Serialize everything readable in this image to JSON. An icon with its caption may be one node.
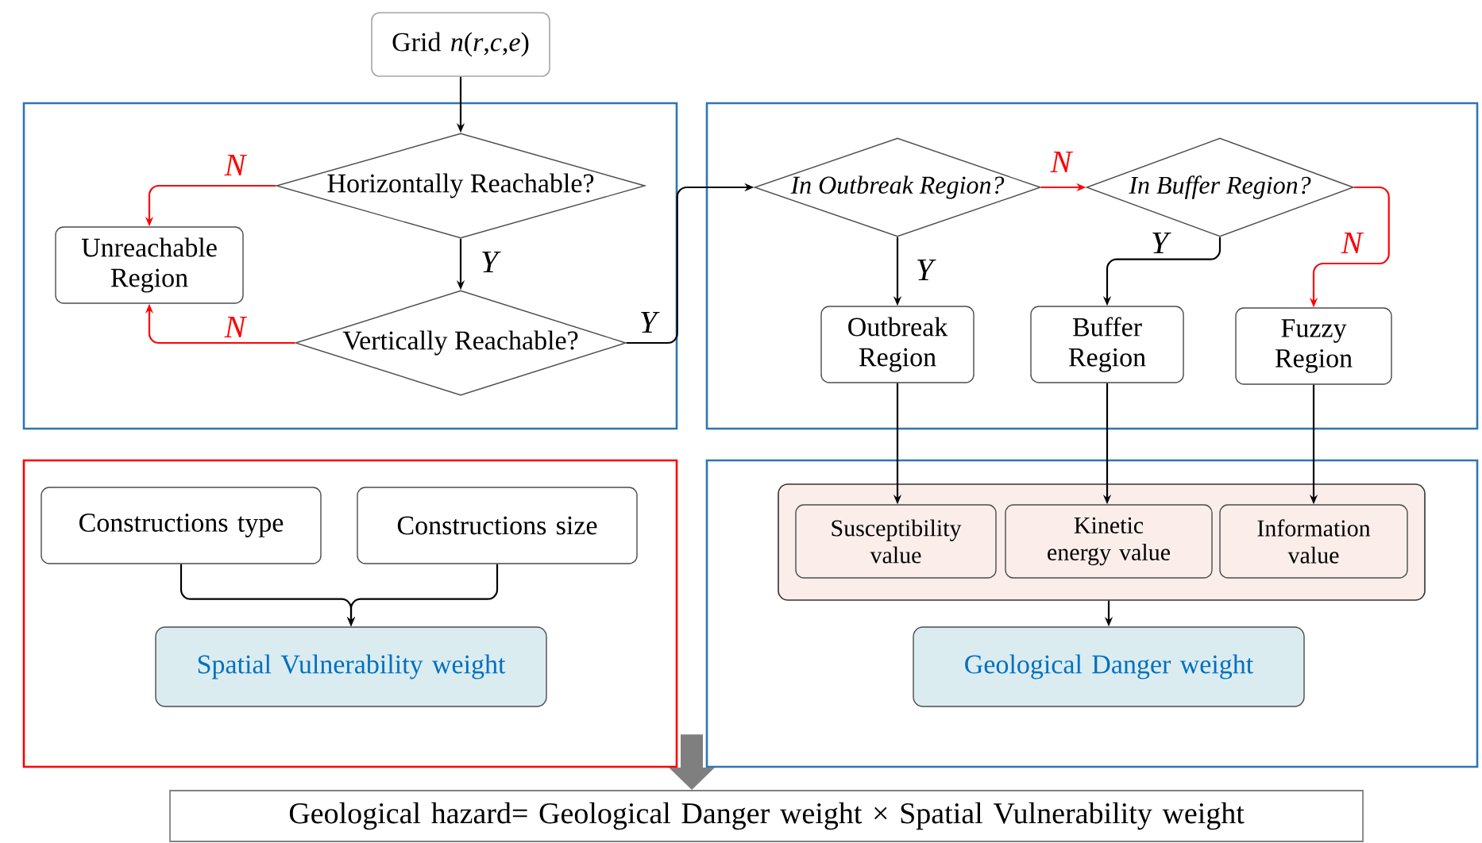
{
  "diagram": {
    "nodes": [
      {
        "text": [
          "Grid *n*(*r*,*c*,*e*)"
        ]
      },
      {
        "text": [],
        "shape": "box"
      },
      {
        "text": [
          "Horizontally Reachable?"
        ],
        "in": 1
      },
      {
        "text": [
          "Unreachable Region"
        ],
        "in": 1
      },
      {
        "text": [
          "Vertically Reachable?"
        ],
        "in": 1
      },
      {
        "text": [],
        "shape": "box"
      },
      {
        "text": [
          "In Outbreak Region?"
        ],
        "in": 5
      },
      {
        "text": [
          "In Buffer Region?"
        ],
        "in": 5
      },
      {
        "text": [
          "Outbreak Region"
        ],
        "in": 5
      },
      {
        "text": [
          "Buffer Region"
        ],
        "in": 5
      },
      {
        "text": [
          "Fuzzy Region"
        ],
        "in": 5
      },
      {
        "text": [],
        "shape": "box"
      },
      {
        "text": [
          "Constructions type"
        ],
        "in": 11
      },
      {
        "text": [
          "Constructions size"
        ],
        "in": 11
      },
      {
        "text": [
          "Spatial Vulnerability weight"
        ],
        "in": 11
      },
      {
        "text": [],
        "shape": "box"
      },
      {
        "text": [],
        "shape": "box",
        "in": 15
      },
      {
        "text": [
          "Susceptibility value"
        ],
        "in": 16
      },
      {
        "text": [
          "Kinetic energy value"
        ],
        "in": 16
      },
      {
        "text": [
          "Information value"
        ],
        "in": 16
      },
      {
        "text": [
          "Geological Danger weight"
        ],
        "in": 15
      },
      {
        "text": [
          "Geological hazard= Geological Danger weight × Spatial Vulnerability weight"
        ]
      }
    ],
    "edges": [
      {
        "from": 0,
        "to": 2,
        "arrow": "to"
      },
      {
        "from": 2,
        "to": 3,
        "arrow": "to",
        "label": "N",
        "color": "#ff0000"
      },
      {
        "from": 2,
        "to": 4,
        "arrow": "to",
        "label": "Y"
      },
      {
        "from": 4,
        "to": 3,
        "arrow": "to",
        "label": "N",
        "color": "#ff0000"
      },
      {
        "from": 4,
        "to": 6,
        "arrow": "to",
        "label": "Y"
      },
      {
        "from": 6,
        "to": 7,
        "arrow": "to",
        "label": "N",
        "color": "#ff0000"
      },
      {
        "from": 6,
        "to": 8,
        "arrow": "to",
        "label": "Y"
      },
      {
        "from": 7,
        "to": 9,
        "arrow": "to",
        "label": "Y"
      },
      {
        "from": 7,
        "to": 10,
        "arrow": "to",
        "label": "N",
        "color": "#ff0000"
      },
      {
        "from": 8,
        "to": 17,
        "arrow": "to"
      },
      {
        "from": 9,
        "to": 18,
        "arrow": "to"
      },
      {
        "from": 10,
        "to": 19,
        "arrow": "to"
      },
      {
        "from": 12,
        "to": 14,
        "arrow": "to"
      },
      {
        "from": 13,
        "to": 14,
        "arrow": "to"
      },
      {
        "from": 16,
        "to": 20,
        "arrow": "to"
      },
      {
        "from": 11,
        "to": 21,
        "arrow": "to",
        "style": "thick",
        "color": "#7f7f7f"
      }
    ]
  }
}
